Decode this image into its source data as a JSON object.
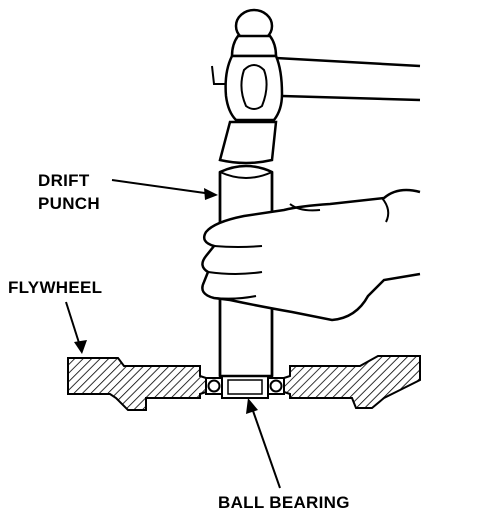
{
  "labels": {
    "drift_line1": "DRIFT",
    "drift_line2": "PUNCH",
    "flywheel": "FLYWHEEL",
    "ball_bearing": "BALL BEARING"
  },
  "colors": {
    "ink": "#000000",
    "paper": "#ffffff"
  },
  "icons": [
    "hammer-icon",
    "hand-icon",
    "drift-punch-icon",
    "flywheel-section-icon",
    "ball-bearing-icon"
  ]
}
